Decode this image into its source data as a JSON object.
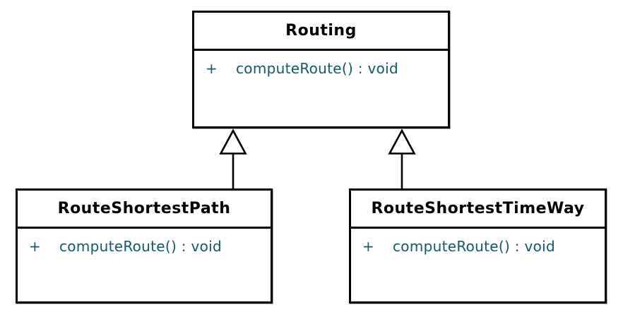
{
  "diagram": {
    "kind": "uml-class-diagram",
    "colors": {
      "background": "#ffffff",
      "border": "#000000",
      "class_name_text": "#000000",
      "member_text": "#0f5968"
    },
    "classes": [
      {
        "name": "Routing",
        "methods": [
          {
            "visibility": "+",
            "signature": "computeRoute() : void"
          }
        ]
      },
      {
        "name": "RouteShortestPath",
        "methods": [
          {
            "visibility": "+",
            "signature": "computeRoute() : void"
          }
        ]
      },
      {
        "name": "RouteShortestTimeWay",
        "methods": [
          {
            "visibility": "+",
            "signature": "computeRoute() : void"
          }
        ]
      }
    ],
    "relations": [
      {
        "type": "generalization",
        "from": "RouteShortestPath",
        "to": "Routing"
      },
      {
        "type": "generalization",
        "from": "RouteShortestTimeWay",
        "to": "Routing"
      }
    ]
  }
}
